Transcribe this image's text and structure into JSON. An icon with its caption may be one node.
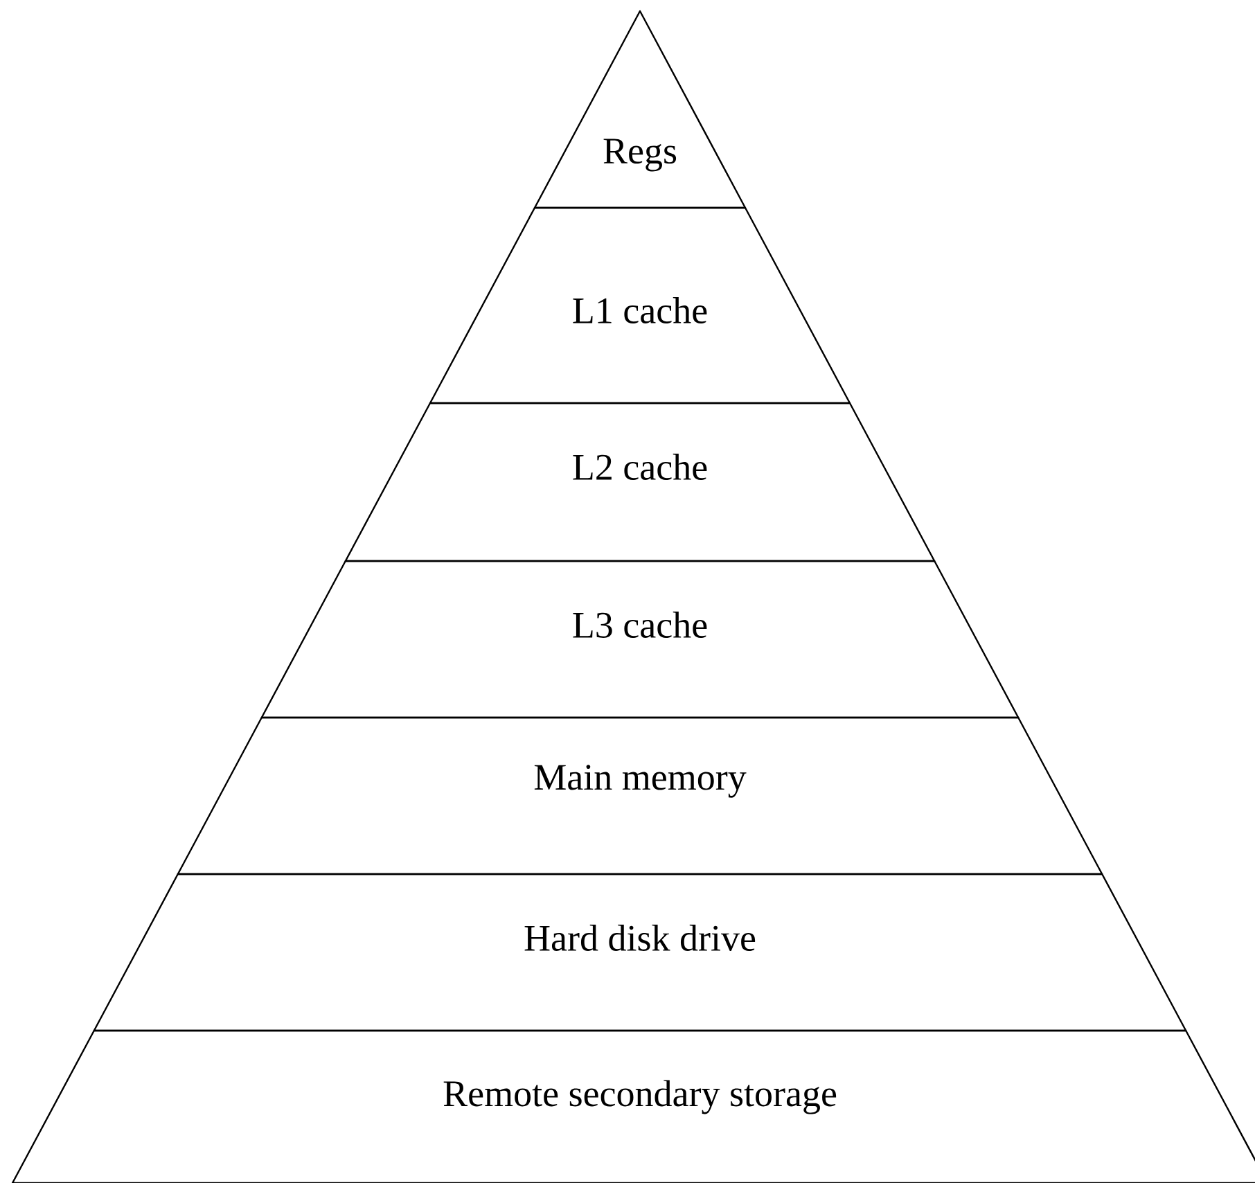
{
  "diagram": {
    "nodes": [
      {
        "text": [
          "Regs"
        ]
      },
      {
        "text": [
          "L1 cache"
        ]
      },
      {
        "text": [
          "L2 cache"
        ]
      },
      {
        "text": [
          "L3 cache"
        ]
      },
      {
        "text": [
          "Main memory"
        ]
      },
      {
        "text": [
          "Hard disk drive"
        ]
      },
      {
        "text": [
          "Remote secondary storage"
        ]
      }
    ]
  }
}
